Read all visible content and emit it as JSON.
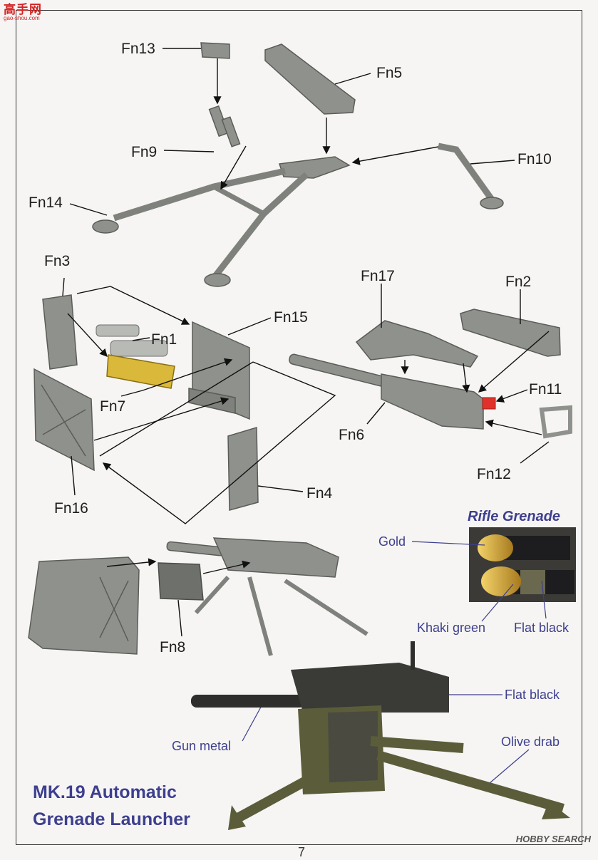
{
  "watermark": {
    "top_cn": "高手网",
    "top_url": "gao-shou.com",
    "bottom": "HOBBY SEARCH"
  },
  "labels": {
    "fn13": "Fn13",
    "fn5": "Fn5",
    "fn9": "Fn9",
    "fn10": "Fn10",
    "fn14": "Fn14",
    "fn3": "Fn3",
    "fn1": "Fn1",
    "fn15": "Fn15",
    "fn7": "Fn7",
    "fn16": "Fn16",
    "fn4": "Fn4",
    "fn17": "Fn17",
    "fn2": "Fn2",
    "fn11": "Fn11",
    "fn6": "Fn6",
    "fn12": "Fn12",
    "fn8": "Fn8"
  },
  "rifle_grenade": {
    "title": "Rifle Grenade",
    "gold": "Gold",
    "khaki_green": "Khaki green",
    "flat_black": "Flat black"
  },
  "painting": {
    "flat_black": "Flat black",
    "gun_metal": "Gun metal",
    "olive_drab": "Olive drab"
  },
  "title": {
    "line1": "MK.19 Automatic",
    "line2": "Grenade Launcher"
  },
  "page_number": "7",
  "colors": {
    "part_gray": "#8f918d",
    "part_dark": "#6e706c",
    "resin_yellow": "#d9b83a",
    "red_part": "#e0322a",
    "title_blue": "#3d3f8f",
    "olive": "#5b5d3a"
  }
}
